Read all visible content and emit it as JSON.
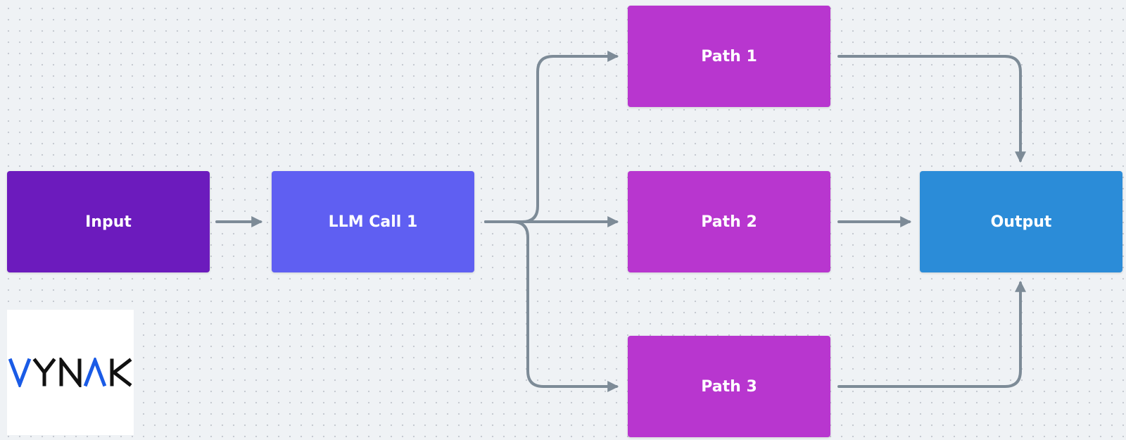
{
  "diagram": {
    "nodes": [
      {
        "id": "input",
        "label": "Input",
        "color": "#6c1bbd"
      },
      {
        "id": "llm",
        "label": "LLM Call 1",
        "color": "#5f5ff2"
      },
      {
        "id": "path1",
        "label": "Path 1",
        "color": "#b836cf"
      },
      {
        "id": "path2",
        "label": "Path 2",
        "color": "#b836cf"
      },
      {
        "id": "path3",
        "label": "Path 3",
        "color": "#b836cf"
      },
      {
        "id": "output",
        "label": "Output",
        "color": "#2b8cd8"
      }
    ],
    "edges": [
      {
        "from": "input",
        "to": "llm"
      },
      {
        "from": "llm",
        "to": "path1"
      },
      {
        "from": "llm",
        "to": "path2"
      },
      {
        "from": "llm",
        "to": "path3"
      },
      {
        "from": "path1",
        "to": "output"
      },
      {
        "from": "path2",
        "to": "output"
      },
      {
        "from": "path3",
        "to": "output"
      }
    ],
    "edge_color": "#7d8b97",
    "background": "#eff2f5"
  },
  "logo": {
    "text": "VYNAK",
    "accent_color": "#1a5be6",
    "text_color": "#111111"
  }
}
